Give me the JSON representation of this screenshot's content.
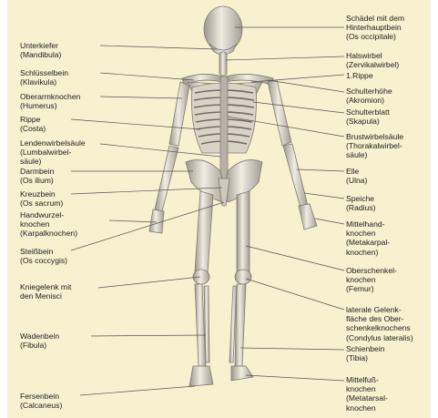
{
  "colors": {
    "background": "#f7f1cf",
    "bone": "#ece7dd",
    "bone_shadow": "#8f8a80",
    "leader_line": "#555555",
    "text": "#1c1c1c"
  },
  "labels_left": [
    {
      "id": "mandible",
      "text": "Unterkiefer\n(Mandibula)"
    },
    {
      "id": "clavicle",
      "text": "Schlüsselbein\n(Klavikula)"
    },
    {
      "id": "humerus",
      "text": "Oberarmknochen\n(Humerus)"
    },
    {
      "id": "rib",
      "text": "Rippe\n(Costa)"
    },
    {
      "id": "lumbar",
      "text": "Lendenwirbelsäule\n(Lumbalwirbel-\nsäule)"
    },
    {
      "id": "ilium",
      "text": "Darmbein\n(Os ilium)"
    },
    {
      "id": "sacrum",
      "text": "Kreuzbein\n(Os sacrum)"
    },
    {
      "id": "carpal",
      "text": "Handwurzel-\nknochen\n(Karpalknochen)"
    },
    {
      "id": "coccyx",
      "text": "Steißbein\n(Os coccygis)"
    },
    {
      "id": "knee",
      "text": "Kniegelenk mit\nden Menisci"
    },
    {
      "id": "fibula",
      "text": "Wadenbein\n(Fibula)"
    },
    {
      "id": "calcaneus",
      "text": "Fersenbein\n(Calcaneus)"
    }
  ],
  "labels_right": [
    {
      "id": "skull",
      "text": "Schädel mit dem\nHinterhauptbein\n(Os occipitale)"
    },
    {
      "id": "cervical",
      "text": "Halswirbel\n(Zervikalwirbel)"
    },
    {
      "id": "first_rib",
      "text": "1.Rippe"
    },
    {
      "id": "acromion",
      "text": "Schulterhöhe\n(Akromion)"
    },
    {
      "id": "scapula",
      "text": "Schulterblatt\n(Skapula)"
    },
    {
      "id": "thoracic",
      "text": "Brustwirbelsäule\n(Thorakalwirbel-\nsäule)"
    },
    {
      "id": "ulna",
      "text": "Elle\n(Ulna)"
    },
    {
      "id": "radius",
      "text": "Speiche\n(Radius)"
    },
    {
      "id": "metacarpal",
      "text": "Mittelhand-\nknochen\n(Metakarpal-\nknochen)"
    },
    {
      "id": "femur",
      "text": "Oberschenkel-\nknochen\n(Femur)"
    },
    {
      "id": "condyle",
      "text": "laterale Gelenk-\nfläche des Ober-\nschenkelknochens\n(Condylus lateralis)"
    },
    {
      "id": "tibia",
      "text": "Schienbein\n(Tibia)"
    },
    {
      "id": "metatarsal",
      "text": "Mittelfuß-\nknochen\n(Metatarsal-\nknochen"
    }
  ]
}
